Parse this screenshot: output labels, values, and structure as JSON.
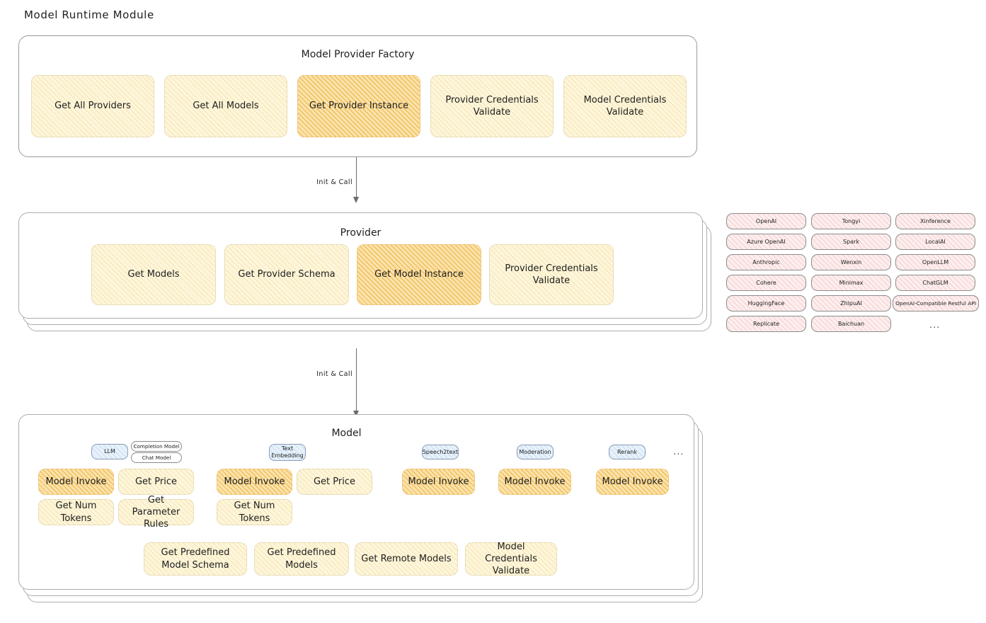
{
  "page": {
    "title": "Model Runtime Module"
  },
  "factory": {
    "title": "Model Provider Factory",
    "methods": [
      {
        "label": "Get All Providers",
        "highlight": false
      },
      {
        "label": "Get All Models",
        "highlight": false
      },
      {
        "label": "Get Provider Instance",
        "highlight": true
      },
      {
        "label": "Provider Credentials Validate",
        "highlight": false
      },
      {
        "label": "Model Credentials Validate",
        "highlight": false
      }
    ]
  },
  "arrows": [
    {
      "label": "Init & Call"
    },
    {
      "label": "Init & Call"
    }
  ],
  "provider": {
    "title": "Provider",
    "methods": [
      {
        "label": "Get Models",
        "highlight": false
      },
      {
        "label": "Get Provider Schema",
        "highlight": false
      },
      {
        "label": "Get Model Instance",
        "highlight": true
      },
      {
        "label": "Provider Credentials Validate",
        "highlight": false
      }
    ]
  },
  "provider_list": {
    "columns": [
      [
        "OpenAI",
        "Azure OpenAI",
        "Anthropic",
        "Cohere",
        "HuggingFace",
        "Replicate"
      ],
      [
        "Tongyi",
        "Spark",
        "Wenxin",
        "Minimax",
        "ZhipuAI",
        "Baichuan"
      ],
      [
        "Xinference",
        "LocalAI",
        "OpenLLM",
        "ChatGLM",
        "OpenAI-Compatible Restful API"
      ]
    ],
    "more": "..."
  },
  "model": {
    "title": "Model",
    "more": "...",
    "types": [
      {
        "badge": "LLM",
        "sub_badges": [
          "Completion Model",
          "Chat Model"
        ],
        "methods": [
          {
            "label": "Model Invoke",
            "highlight": true
          },
          {
            "label": "Get Price",
            "highlight": false
          },
          {
            "label": "Get Num Tokens",
            "highlight": false
          },
          {
            "label": "Get Parameter Rules",
            "highlight": false
          }
        ]
      },
      {
        "badge": "Text Embedding",
        "sub_badges": [],
        "methods": [
          {
            "label": "Model Invoke",
            "highlight": true
          },
          {
            "label": "Get Price",
            "highlight": false
          },
          {
            "label": "Get Num Tokens",
            "highlight": false
          }
        ]
      },
      {
        "badge": "Speech2text",
        "sub_badges": [],
        "methods": [
          {
            "label": "Model Invoke",
            "highlight": true
          }
        ]
      },
      {
        "badge": "Moderation",
        "sub_badges": [],
        "methods": [
          {
            "label": "Model Invoke",
            "highlight": true
          }
        ]
      },
      {
        "badge": "Rerank",
        "sub_badges": [],
        "methods": [
          {
            "label": "Model Invoke",
            "highlight": true
          }
        ]
      }
    ],
    "shared_methods": [
      {
        "label": "Get Predefined Model Schema"
      },
      {
        "label": "Get Predefined Models"
      },
      {
        "label": "Get Remote Models"
      },
      {
        "label": "Model Credentials Validate"
      }
    ]
  },
  "colors": {
    "highlight_fill": "#fbe3ab",
    "method_fill": "#fdf6dd",
    "badge_fill": "#e8f2fb",
    "pill_fill": "#fdeeee",
    "stroke": "#1e1e1e"
  }
}
